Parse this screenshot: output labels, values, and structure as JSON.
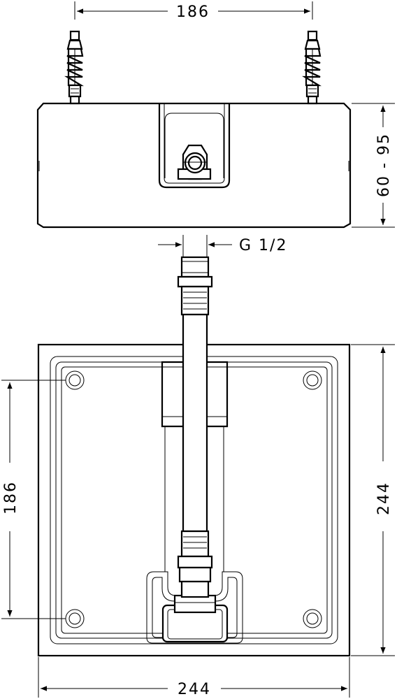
{
  "drawing": {
    "top_view_width": "186",
    "front_height_range": "60 - 95",
    "thread_size": "G 1/2",
    "plan_mount_spacing": "186",
    "plan_height": "244",
    "plan_width": "244"
  }
}
